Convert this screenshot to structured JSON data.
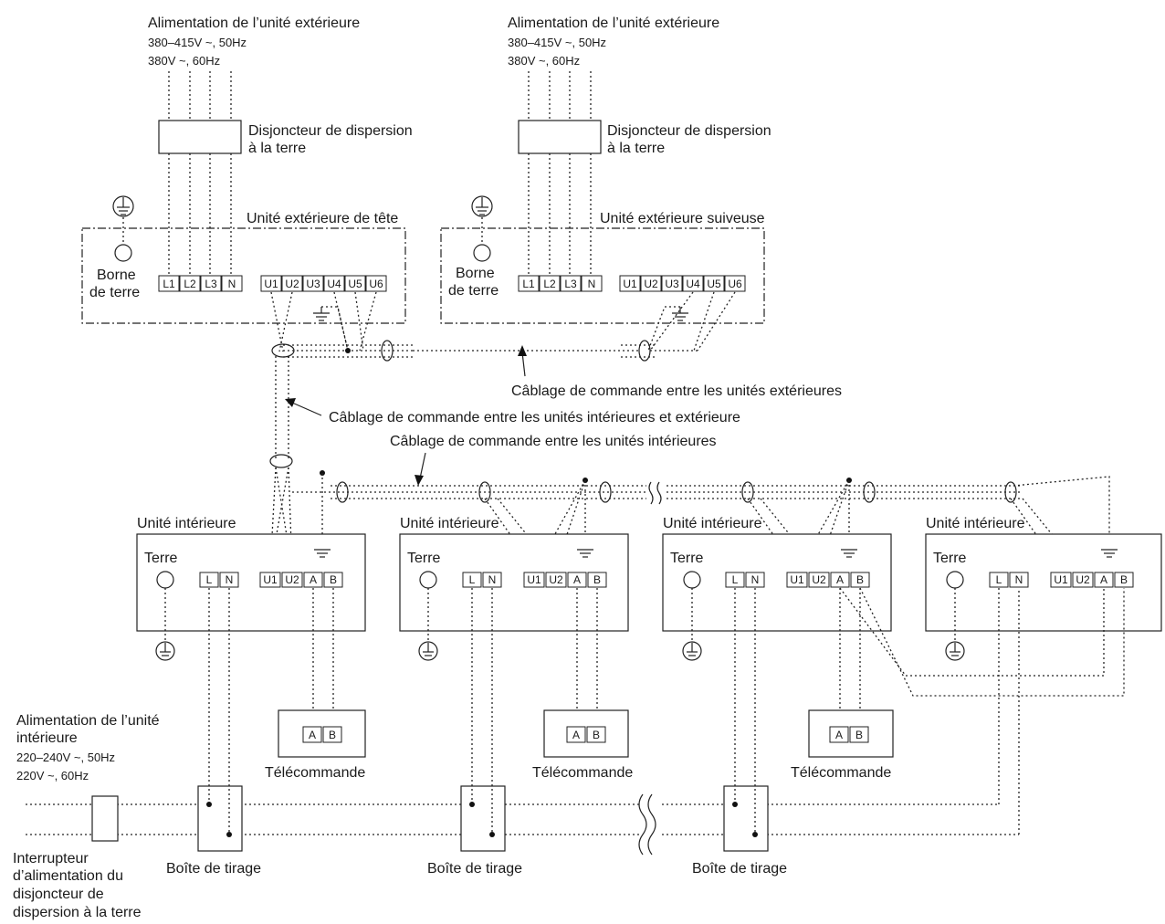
{
  "outdoor_power": {
    "title": "Alimentation de l’unité extérieure",
    "line1": "380–415V ~, 50Hz",
    "line2": "380V ~, 60Hz"
  },
  "breaker": {
    "line1": "Disjoncteur de dispersion",
    "line2": "à la terre"
  },
  "outdoor_head_title": "Unité extérieure de tête",
  "outdoor_follower_title": "Unité extérieure suiveuse",
  "earth_terminal": {
    "line1": "Borne",
    "line2": "de terre"
  },
  "power_terminals": [
    "L1",
    "L2",
    "L3",
    "N"
  ],
  "control_terminals": [
    "U1",
    "U2",
    "U3",
    "U4",
    "U5",
    "U6"
  ],
  "cable_outdoor_outdoor": "Câblage de commande entre les unités extérieures",
  "cable_indoor_outdoor": "Câblage de commande entre les unités intérieures et extérieure",
  "cable_indoor_indoor": "Câblage de commande entre les unités intérieures",
  "indoor_unit_title": "Unité intérieure",
  "indoor_earth": "Terre",
  "indoor_terminals": [
    "L",
    "N",
    "U1",
    "U2",
    "A",
    "B"
  ],
  "remote_terminals": [
    "A",
    "B"
  ],
  "remote_label": "Télécommande",
  "indoor_power": {
    "line1": "Alimentation de l’unité",
    "line2": "intérieure",
    "line3": "220–240V ~, 50Hz",
    "line4": "220V ~, 60Hz"
  },
  "switch_label": {
    "line1": "Interrupteur",
    "line2": "d’alimentation du",
    "line3": "disjoncteur de",
    "line4": "dispersion à la terre"
  },
  "pull_box": "Boîte de tirage"
}
